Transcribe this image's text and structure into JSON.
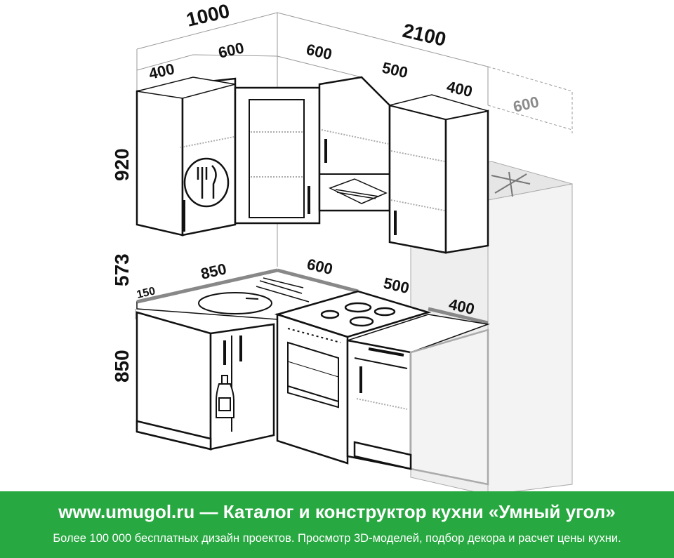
{
  "dimensions": {
    "top_left_total": "1000",
    "top_right_total": "2100",
    "wall_left_400": "400",
    "wall_corner_600": "600",
    "wall_mid_600": "600",
    "wall_hood_500": "500",
    "wall_right_400": "400",
    "fridge_600": "600",
    "height_upper": "920",
    "height_gap": "573",
    "height_base": "850",
    "counter_150": "150",
    "counter_850": "850",
    "counter_600": "600",
    "counter_500": "500",
    "counter_400": "400"
  },
  "banner": {
    "url": "www.umugol.ru",
    "separator": " — ",
    "title": "Каталог и конструктор кухни «Умный угол»",
    "subtitle": "Более 100 000 бесплатных дизайн проектов. Просмотр 3D-моделей, подбор декора и расчет цены кухни."
  },
  "colors": {
    "banner_bg": "#27a840",
    "stroke": "#111111",
    "fridge_fill": "#eeeeee",
    "counter_gray": "#888888"
  },
  "icons": [
    "fork-knife-icon",
    "bottle-icon",
    "snowflake-icon",
    "hood-vent-icon"
  ]
}
